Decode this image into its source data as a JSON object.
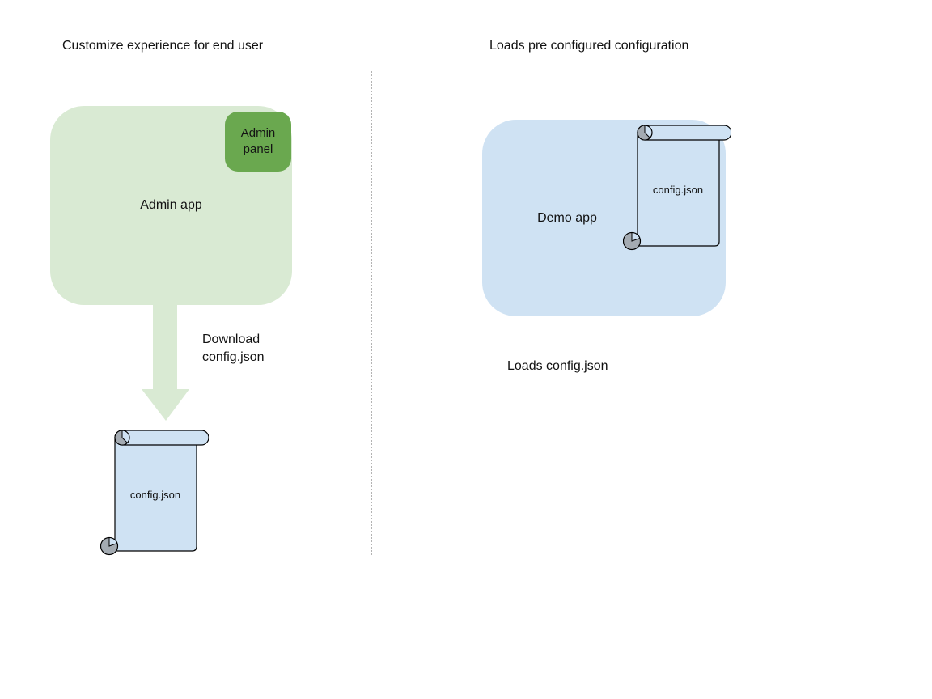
{
  "left": {
    "title": "Customize experience for end user",
    "app_label": "Admin app",
    "panel_label": "Admin panel",
    "download_caption": "Download config.json",
    "file_label": "config.json"
  },
  "right": {
    "title": "Loads pre configured configuration",
    "app_label": "Demo app",
    "file_label": "config.json",
    "caption": "Loads config.json"
  },
  "colors": {
    "app_green": "#d9ead3",
    "panel_green": "#6aa84f",
    "file_blue": "#cfe2f3",
    "curl_gray": "#a4abb2",
    "outline": "#000000",
    "divider_gray": "#b3b3b3",
    "text": "#111111"
  }
}
